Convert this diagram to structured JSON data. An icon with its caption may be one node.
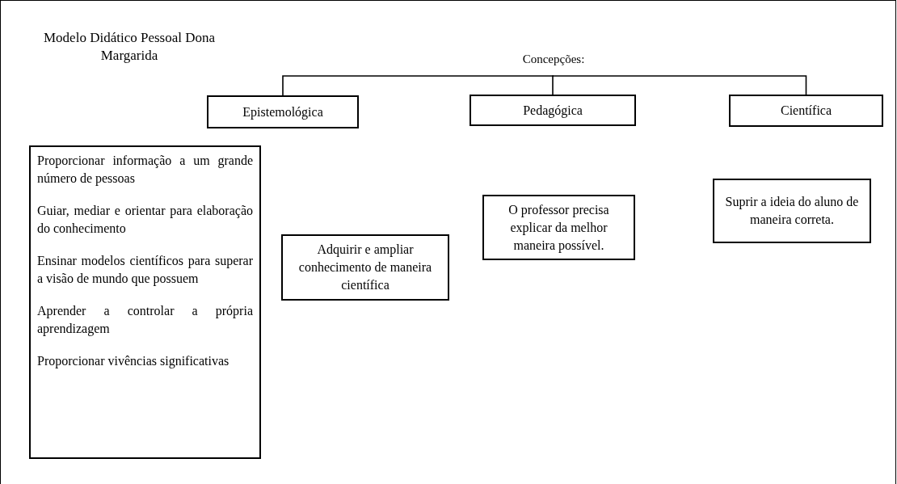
{
  "diagram": {
    "title": "Modelo Didático Pessoal Dona Margarida",
    "nodes": [
      {
        "text": [
          "Concepções:"
        ]
      },
      {
        "text": [
          "Epistemológica"
        ]
      },
      {
        "text": [
          "Pedagógica"
        ]
      },
      {
        "text": [
          "Científica"
        ]
      },
      {
        "text": [
          "Proporcionar informação a um grande número de pessoas",
          "Guiar, mediar e orientar para elaboração do conhecimento",
          "Ensinar modelos científicos para superar a visão de mundo que possuem",
          "Aprender a controlar a própria aprendizagem",
          "Proporcionar vivências significativas"
        ]
      },
      {
        "text": [
          "Adquirir e ampliar conhecimento de maneira científica"
        ]
      },
      {
        "text": [
          "O professor precisa explicar da melhor maneira possível."
        ]
      },
      {
        "text": [
          "Suprir a ideia do aluno de maneira correta."
        ]
      }
    ],
    "edges": [
      {
        "from": 0,
        "to": 1,
        "arrow": "none"
      },
      {
        "from": 0,
        "to": 2,
        "arrow": "none"
      },
      {
        "from": 0,
        "to": 3,
        "arrow": "none"
      }
    ]
  }
}
